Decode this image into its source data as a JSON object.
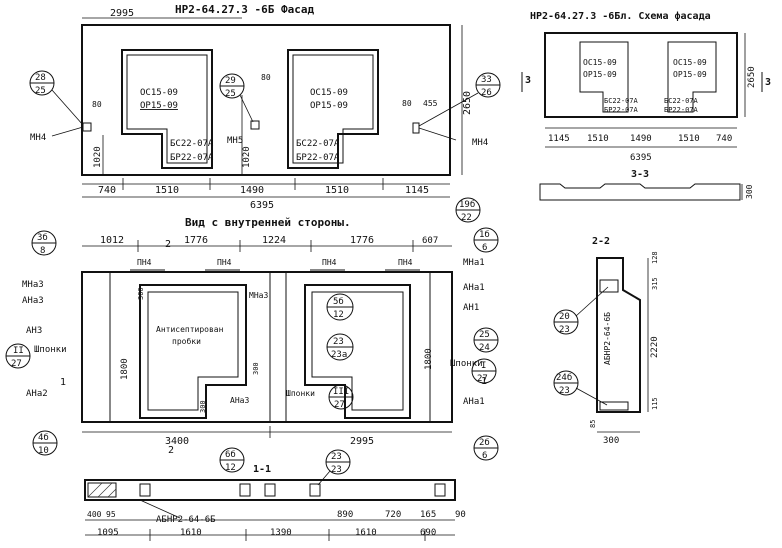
{
  "titles": {
    "facade": "НР2-64.27.3 -6Б  Фасад",
    "scheme": "НР2-64.27.3 -6Бл. Схема фасада",
    "inner": "Вид с внутренней стороны.",
    "sec33": "3-3",
    "sec22": "2-2",
    "sec11": "1-1"
  },
  "facade": {
    "dims_top": [
      "2995",
      "80",
      "80",
      "80",
      "455"
    ],
    "dims_bottom": [
      "740",
      "1510",
      "1490",
      "1510",
      "1145"
    ],
    "dim_total": "6395",
    "height": "2650",
    "h1020a": "1020",
    "h1020b": "1020",
    "win1": [
      "ОС15-09",
      "ОР15-09"
    ],
    "win2": [
      "ОС15-09",
      "ОР15-09"
    ],
    "door1": [
      "БС22-07А",
      "БР22-07А"
    ],
    "door2": [
      "БС22-07А",
      "БР22-07А"
    ],
    "mn4_left": "МН4",
    "mn5": "МН5",
    "mn4_right": "МН4",
    "callout_a": [
      "28",
      "25"
    ],
    "callout_b": [
      "29",
      "25"
    ],
    "callout_c": [
      "33",
      "26"
    ]
  },
  "scheme": {
    "dims": [
      "1145",
      "1510",
      "1490",
      "1510",
      "740"
    ],
    "dim_total": "6395",
    "height": "2650",
    "win1": [
      "ОС15-09",
      "ОР15-09"
    ],
    "win2": [
      "ОС15-09",
      "ОР15-09"
    ],
    "door1": [
      "БС22-07А",
      "БР22-07А"
    ],
    "door2": [
      "БС22-07А",
      "БР22-07А"
    ],
    "cut_left": "3",
    "cut_right": "3",
    "sec_height": "300"
  },
  "inner": {
    "dims_top": [
      "1012",
      "1776",
      "1224",
      "1776",
      "607"
    ],
    "pn": [
      "ПН4",
      "ПН4",
      "ПН4",
      "ПН4"
    ],
    "dims_bottom": [
      "3400",
      "2995"
    ],
    "h1800a": "1800",
    "h1800b": "1800",
    "d300a": "300",
    "d300b": "300",
    "d300c": "300",
    "labels_left": [
      "МНа3",
      "АНа3",
      "АН3",
      "Шпонки",
      "АНа2"
    ],
    "labels_right": [
      "МНа1",
      "АНа1",
      "АН1",
      "Шпонки",
      "АНа1"
    ],
    "antisept": [
      "Антисептирован",
      "пробки"
    ],
    "mna3": "МНа3",
    "shponki": "Шпонки",
    "ana3": "АНа3",
    "cut2": "2",
    "cut1": "1",
    "c_38": [
      "3б",
      "8"
    ],
    "c_II": [
      "II",
      "27"
    ],
    "c_4b": [
      "4б",
      "10"
    ],
    "c_19b": [
      "19б",
      "22"
    ],
    "c_16b": [
      "1б",
      "6"
    ],
    "c_25": [
      "25",
      "24"
    ],
    "c_I": [
      "I",
      "27"
    ],
    "c_26": [
      "2б",
      "6"
    ],
    "c_5b": [
      "5б",
      "12"
    ],
    "c_23": [
      "23",
      "23а"
    ],
    "c_III": [
      "III",
      "27"
    ],
    "c_6b": [
      "6б",
      "12"
    ]
  },
  "sec22": {
    "dims": [
      "128",
      "315",
      "2220",
      "115",
      "85"
    ],
    "width": "300",
    "mark": "АБНР2-64-6Б",
    "c_20": [
      "20",
      "23"
    ],
    "c_24": [
      "24б",
      "23"
    ]
  },
  "sec11": {
    "dims_top": [
      "400",
      "95"
    ],
    "dims_mid": [
      "890",
      "720",
      "165",
      "90"
    ],
    "dims_bottom": [
      "1095",
      "1610",
      "1390",
      "1610",
      "690"
    ],
    "mark": "АБНР2-64-6Б",
    "c_23": [
      "23",
      "23"
    ]
  }
}
